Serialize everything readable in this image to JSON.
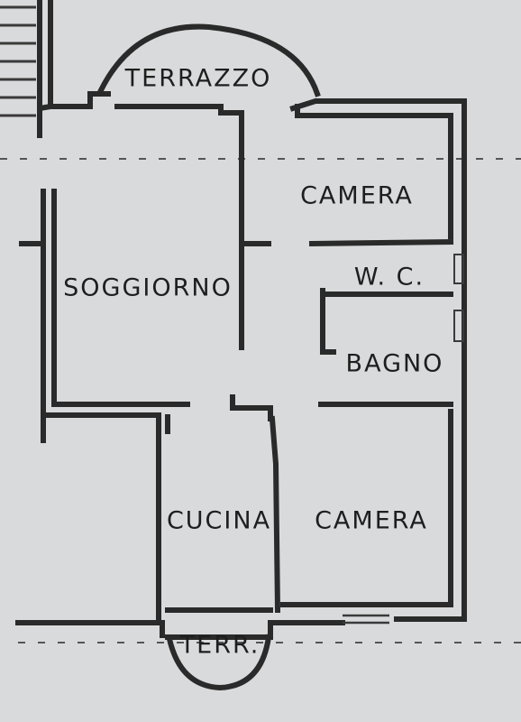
{
  "plan": {
    "rooms": {
      "terrazzo": "TERRAZZO",
      "camera_top": "CAMERA",
      "soggiorno": "SOGGIORNO",
      "wc": "W. C.",
      "bagno": "BAGNO",
      "cucina": "CUCINA",
      "camera_bottom": "CAMERA",
      "terr": "TERR."
    }
  }
}
